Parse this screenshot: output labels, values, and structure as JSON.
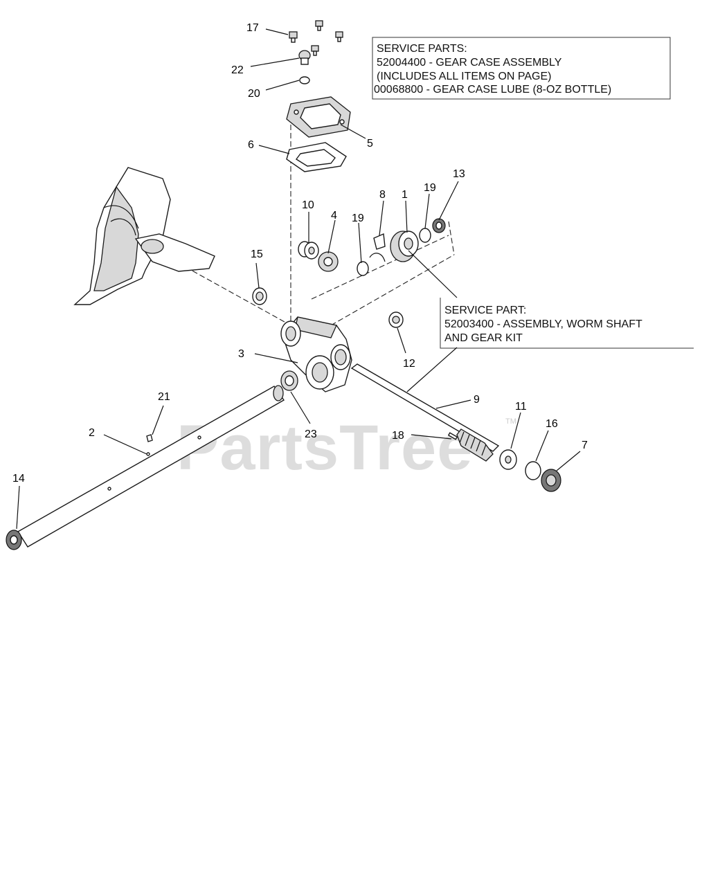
{
  "service_boxes": [
    {
      "lines": [
        "SERVICE PARTS:",
        "52004400 - GEAR CASE ASSEMBLY",
        "(INCLUDES ALL ITEMS ON PAGE)",
        "00068800 - GEAR CASE LUBE (8-OZ BOTTLE)"
      ]
    },
    {
      "lines": [
        "SERVICE PART:",
        "52003400 - ASSEMBLY, WORM SHAFT",
        "AND GEAR KIT"
      ]
    }
  ],
  "callouts": [
    "1",
    "2",
    "3",
    "4",
    "5",
    "6",
    "7",
    "8",
    "9",
    "10",
    "11",
    "12",
    "13",
    "14",
    "15",
    "16",
    "17",
    "18",
    "19",
    "19",
    "20",
    "21",
    "22",
    "23"
  ],
  "watermark": {
    "text": "PartsTree",
    "mark": "TM"
  }
}
